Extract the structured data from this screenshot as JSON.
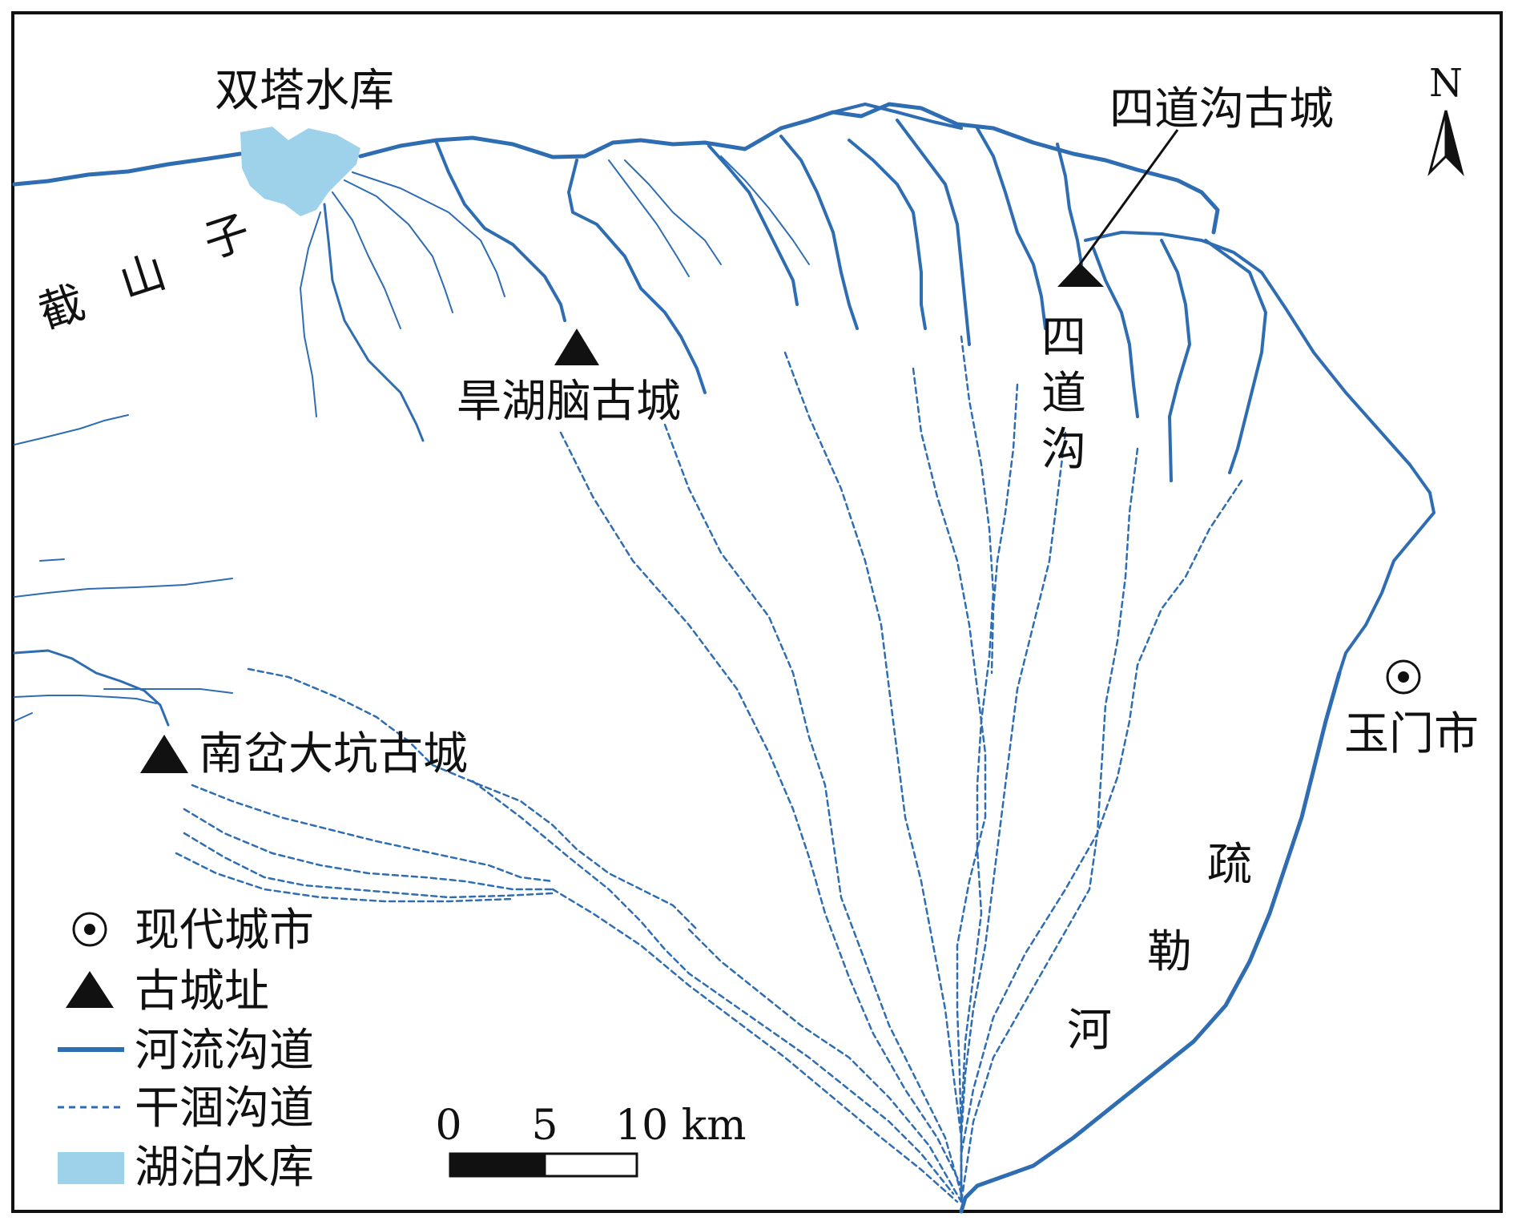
{
  "colors": {
    "river": "#2f6db3",
    "dry_channel": "#2f6db3",
    "lake": "#9dd2ea",
    "frame": "#111111",
    "text": "#111111"
  },
  "labels": {
    "reservoir": "双塔水库",
    "mountain": [
      "截",
      "山",
      "子"
    ],
    "site_sidaogou": "四道沟古城",
    "site_hanhunao": "旱湖脑古城",
    "site_nanpen": "南岔大坑古城",
    "channel_sidaogou": [
      "四",
      "道",
      "沟"
    ],
    "city_yumen": "玉门市",
    "river_shule": [
      "疏",
      "勒",
      "河"
    ]
  },
  "north_arrow": {
    "label": "N",
    "icon": "north-arrow-icon"
  },
  "scale_bar": {
    "ticks": [
      "0",
      "5",
      "10 km"
    ],
    "unit": "km"
  },
  "legend": {
    "items": [
      {
        "symbol": "city-icon",
        "label": "现代城市"
      },
      {
        "symbol": "triangle-icon",
        "label": "古城址"
      },
      {
        "symbol": "river-line-icon",
        "label": "河流沟道"
      },
      {
        "symbol": "dashed-line-icon",
        "label": "干涸沟道"
      },
      {
        "symbol": "lake-fill-icon",
        "label": "湖泊水库"
      }
    ]
  }
}
